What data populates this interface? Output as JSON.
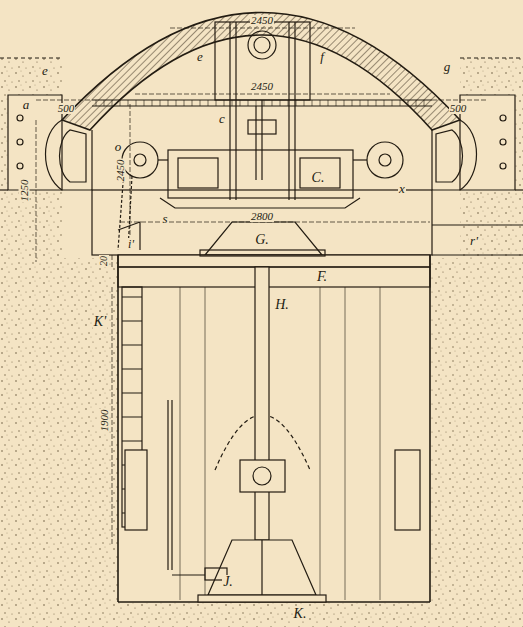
{
  "diagram": {
    "labels": [
      "2450",
      "e",
      "e",
      "f",
      "a",
      "g",
      "500",
      "2450",
      "500",
      "1250",
      "2450",
      "o",
      "c",
      "C.",
      "x",
      "s",
      "2800",
      "G.",
      "i'",
      "r'",
      "20",
      "F.",
      "H.",
      "K'",
      "1900",
      "J.",
      "K."
    ]
  }
}
